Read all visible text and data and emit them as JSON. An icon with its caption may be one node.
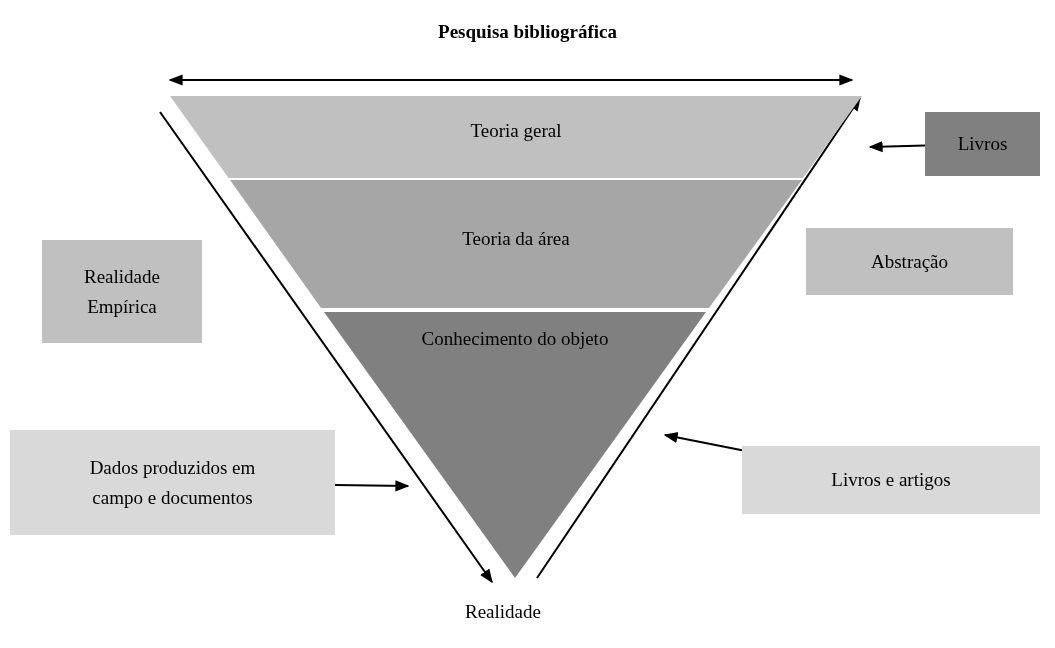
{
  "diagram": {
    "title": "Pesquisa bibliográfica",
    "nodes": [
      {
        "text": [
          "Teoria geral"
        ]
      },
      {
        "text": [
          "Teoria da área"
        ]
      },
      {
        "text": [
          "Conhecimento do objeto"
        ]
      },
      {
        "text": [
          "Livros"
        ]
      },
      {
        "text": [
          "Realidade Empírica"
        ]
      },
      {
        "text": [
          "Abstração"
        ]
      },
      {
        "text": [
          "Dados produzidos em campo e documentos"
        ]
      },
      {
        "text": [
          "Livros e artigos"
        ]
      },
      {
        "text": [
          "Realidade"
        ]
      }
    ],
    "edges": [
      {
        "from": 3,
        "to": null,
        "arrow": "to"
      },
      {
        "from": 6,
        "to": null,
        "arrow": "to"
      },
      {
        "from": 7,
        "to": null,
        "arrow": "to"
      }
    ]
  }
}
